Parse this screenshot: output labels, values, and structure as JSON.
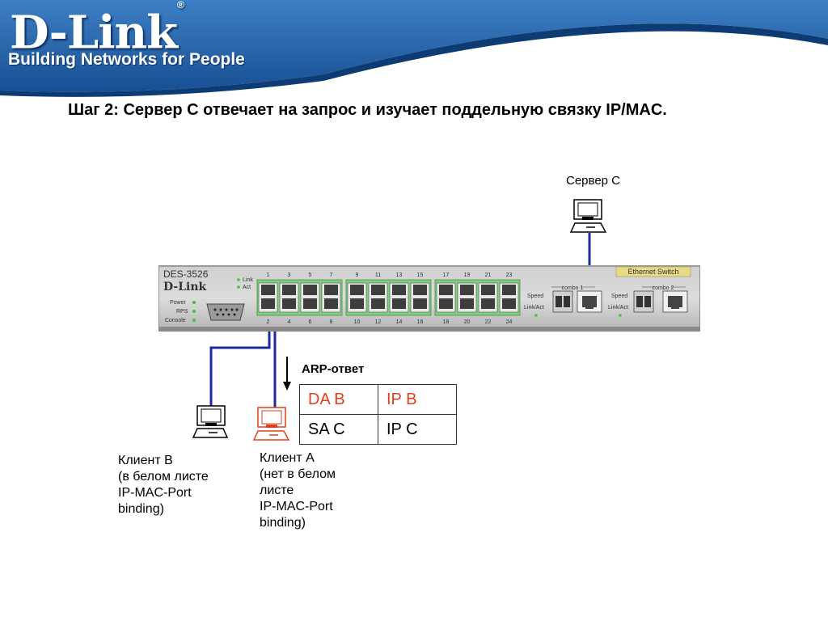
{
  "brand": {
    "logo_text": "D-Link",
    "registered_mark": "®",
    "tagline": "Building Networks for People",
    "banner_color": "#1c5aa0"
  },
  "title": "Шаг 2: Сервер С отвечает на запрос и изучает поддельную связку IP/MAC.",
  "server": {
    "label": "Сервер С"
  },
  "switch": {
    "model": "DES-3526",
    "brand": "D-Link",
    "badge": "Ethernet Switch",
    "link_labels": [
      "Link",
      "Act"
    ],
    "status_labels": [
      "Power",
      "RPS",
      "Console"
    ],
    "speed_label": "Speed",
    "linkact_label": "Link/Act",
    "combo_labels": [
      "combo 1",
      "combo 2"
    ],
    "port_numbers_top": [
      "1",
      "3",
      "5",
      "7",
      "9",
      "11",
      "13",
      "15",
      "17",
      "19",
      "21",
      "23"
    ],
    "port_numbers_bottom": [
      "2",
      "4",
      "6",
      "8",
      "10",
      "12",
      "14",
      "16",
      "18",
      "20",
      "22",
      "24"
    ]
  },
  "arp": {
    "label": "ARP-ответ"
  },
  "packet": {
    "rows": [
      {
        "field1": "DA B",
        "field2": "IP B",
        "color": "#e0401a"
      },
      {
        "field1": "SA C",
        "field2": "IP C",
        "color": "#000000"
      }
    ]
  },
  "client_b": {
    "lines": [
      "Клиент В",
      "(в белом листе",
      "IP-MAC-Port",
      "binding)"
    ]
  },
  "client_a": {
    "lines": [
      "Клиент А",
      "(нет в белом",
      "листе",
      "IP-MAC-Port",
      "binding)"
    ]
  },
  "colors": {
    "cable": "#1e2a9a",
    "pc_red": "#e0401a",
    "led_green": "#3cc63c"
  }
}
